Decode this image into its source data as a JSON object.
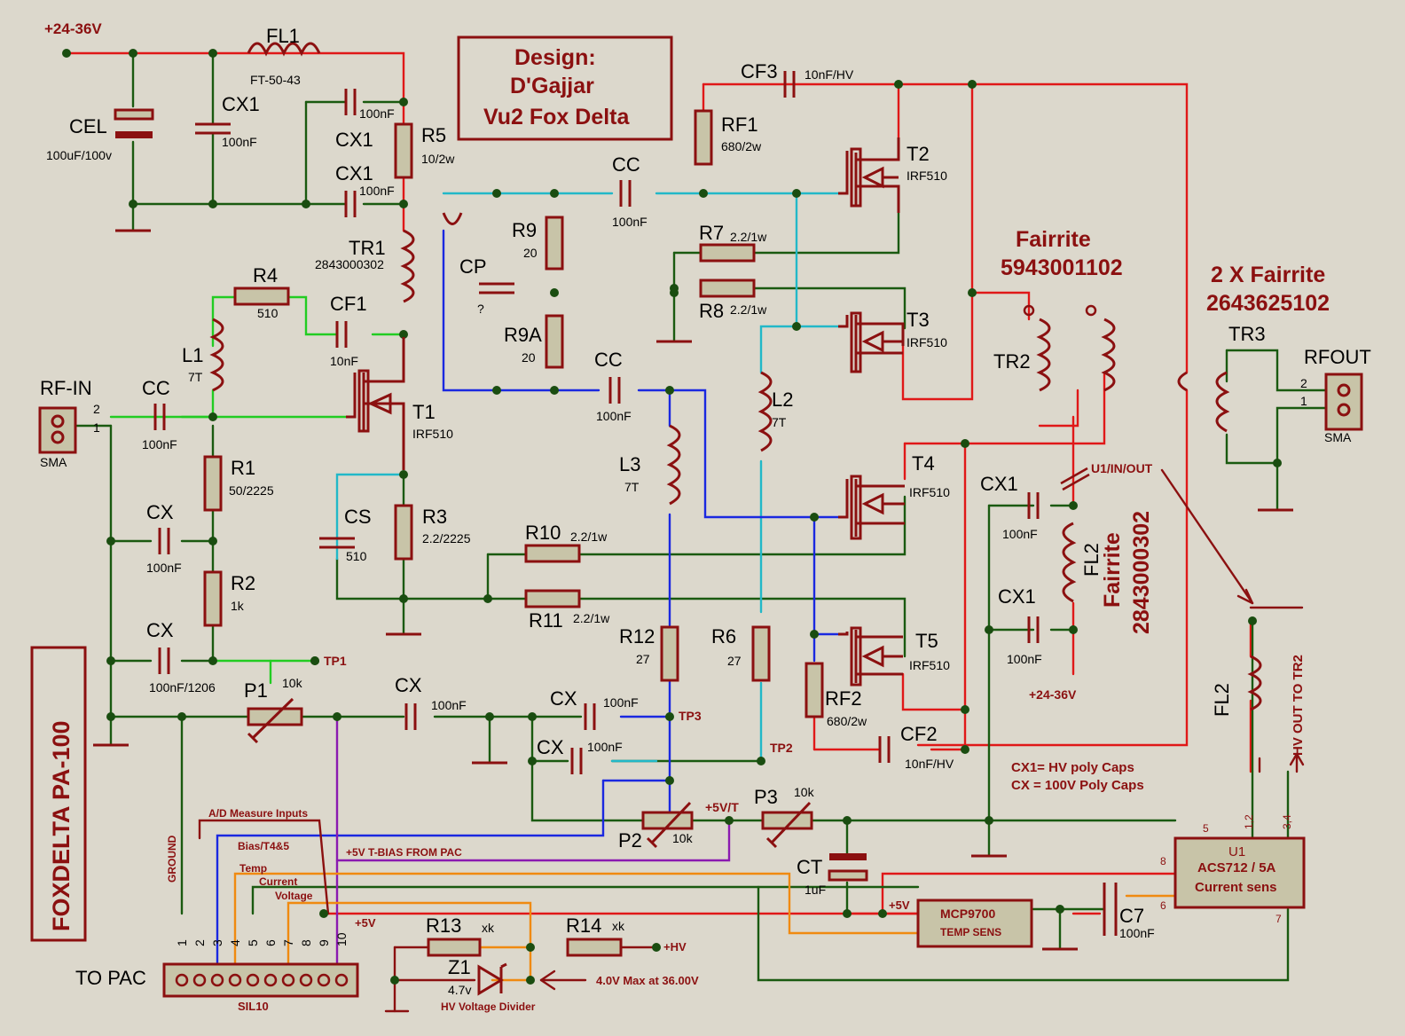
{
  "colors": {
    "background": "#dcd8cc",
    "component": "#8b1010",
    "wire_red": "#e01818",
    "wire_green": "#1a5a10",
    "wire_lime": "#22cc22",
    "wire_cyan": "#22b8c8",
    "wire_blue": "#1a28e0",
    "wire_purple": "#8a1ab0",
    "wire_orange": "#f08a10"
  },
  "title_box": {
    "line1": "Design:",
    "line2": "D'Gajjar",
    "line3": "Vu2 Fox Delta"
  },
  "side_title": "FOXDELTA  PA-100",
  "power_labels": {
    "supply_top": "+24-36V",
    "supply_right": "+24-36V"
  },
  "ferrite_labels": {
    "tr2_brand": "Fairrite",
    "tr2_part": "5943001102",
    "tr3_brand": "2 X Fairrite",
    "tr3_part": "2643625102",
    "fl2_brand": "Fairrite",
    "fl2_part": "2843000302"
  },
  "components": {
    "FL1": "FL1",
    "FL1_val": "FT-50-43",
    "CEL": "CEL",
    "CEL_val": "100uF/100v",
    "CX1a": "CX1",
    "CX1a_val": "100nF",
    "CX1b": "CX1",
    "CX1b_val": "100nF",
    "CX1c": "CX1",
    "CX1c_val": "100nF",
    "R5": "R5",
    "R5_val": "10/2w",
    "TR1": "TR1",
    "TR1_val": "2843000302",
    "R4": "R4",
    "R4_val": "510",
    "CF1": "CF1",
    "CF1_val": "10nF",
    "L1": "L1",
    "L1_val": "7T",
    "RFIN": "RF-IN",
    "SMA1": "SMA",
    "CC1": "CC",
    "CC1_val": "100nF",
    "T1": "T1",
    "T1_val": "IRF510",
    "R1": "R1",
    "R1_val": "50/2225",
    "CX_a": "CX",
    "CX_a_val": "100nF",
    "R2": "R2",
    "R2_val": "1k",
    "CX_b": "CX",
    "CX_b_val": "100nF/1206",
    "CS": "CS",
    "CS_val": "510",
    "R3": "R3",
    "R3_val": "2.2/2225",
    "TP1": "TP1",
    "P1": "P1",
    "P1_val": "10k",
    "CX_c": "CX",
    "CX_c_val": "100nF",
    "CX_d": "CX",
    "CX_d_val": "100nF",
    "CX_e": "CX",
    "CX_e_val": "100nF",
    "TP3": "TP3",
    "CP": "CP",
    "CP_val": "?",
    "R9": "R9",
    "R9_val": "20",
    "R9A": "R9A",
    "R9A_val": "20",
    "CC2": "CC",
    "CC2_val": "100nF",
    "CC3": "CC",
    "CC3_val": "100nF",
    "CF3": "CF3",
    "CF3_val": "10nF/HV",
    "RF1": "RF1",
    "RF1_val": "680/2w",
    "T2": "T2",
    "T2_val": "IRF510",
    "T3": "T3",
    "T3_val": "IRF510",
    "R7": "R7",
    "R7_val": "2.2/1w",
    "R8": "R8",
    "R8_val": "2.2/1w",
    "L2": "L2",
    "L2_val": "7T",
    "L3": "L3",
    "L3_val": "7T",
    "R10": "R10",
    "R10_val": "2.2/1w",
    "R11": "R11",
    "R11_val": "2.2/1w",
    "R12": "R12",
    "R12_val": "27",
    "R6": "R6",
    "R6_val": "27",
    "T4": "T4",
    "T4_val": "IRF510",
    "T5": "T5",
    "T5_val": "IRF510",
    "RF2": "RF2",
    "RF2_val": "680/2w",
    "CF2": "CF2",
    "CF2_val": "10nF/HV",
    "TP2": "TP2",
    "P2": "P2",
    "P2_val": "10k",
    "P3": "P3",
    "P3_val": "10k",
    "plus5vt": "+5V/T",
    "CT": "CT",
    "CT_val": "1uF",
    "TR2": "TR2",
    "TR3": "TR3",
    "RFOUT": "RFOUT",
    "SMA2": "SMA",
    "CX1d": "CX1",
    "CX1d_val": "100nF",
    "CX1e": "CX1",
    "CX1e_val": "100nF",
    "FL2a": "FL2",
    "FL2b": "FL2",
    "u1_inout": "U1/IN/OUT",
    "hv_out": "HV OUT TO TR2",
    "U1": "U1",
    "U1_part": "ACS712 / 5A",
    "U1_desc": "Current sens",
    "MCP": "MCP9700",
    "MCP_desc": "TEMP SENS",
    "C7": "C7",
    "C7_val": "100nF",
    "R13": "R13",
    "R13_val": "xk",
    "R14": "R14",
    "R14_val": "xk",
    "Z1": "Z1",
    "Z1_val": "4.7v",
    "hv_div": "HV Voltage Divider",
    "hv_pin": "+HV",
    "max_note": "4.0V Max at 36.00V",
    "plus5v_a": "+5V",
    "plus5v_b": "+5V",
    "conn": "TO PAC",
    "conn_type": "SIL10"
  },
  "notes": {
    "cx1_note": "CX1= HV poly Caps",
    "cx_note": "CX = 100V Poly Caps"
  },
  "pac_signals": {
    "ad": "A/D Measure Inputs",
    "bias": "Bias/T4&5",
    "tbias": "+5V T-BIAS FROM PAC",
    "temp": "Temp",
    "current": "Current",
    "voltage": "Voltage",
    "ground": "GROUND"
  },
  "pins": {
    "p1": "1",
    "p2": "2",
    "p3": "3",
    "p4": "4",
    "p5": "5",
    "p6": "6",
    "p7": "7",
    "p8": "8",
    "p9": "9",
    "p10": "10",
    "sma1_2": "2",
    "sma1_1": "1",
    "sma2_2": "2",
    "sma2_1": "1",
    "u1_5": "5",
    "u1_8": "8",
    "u1_6": "6",
    "u1_7": "7",
    "u1_12": "1,2",
    "u1_34": "3,4"
  }
}
